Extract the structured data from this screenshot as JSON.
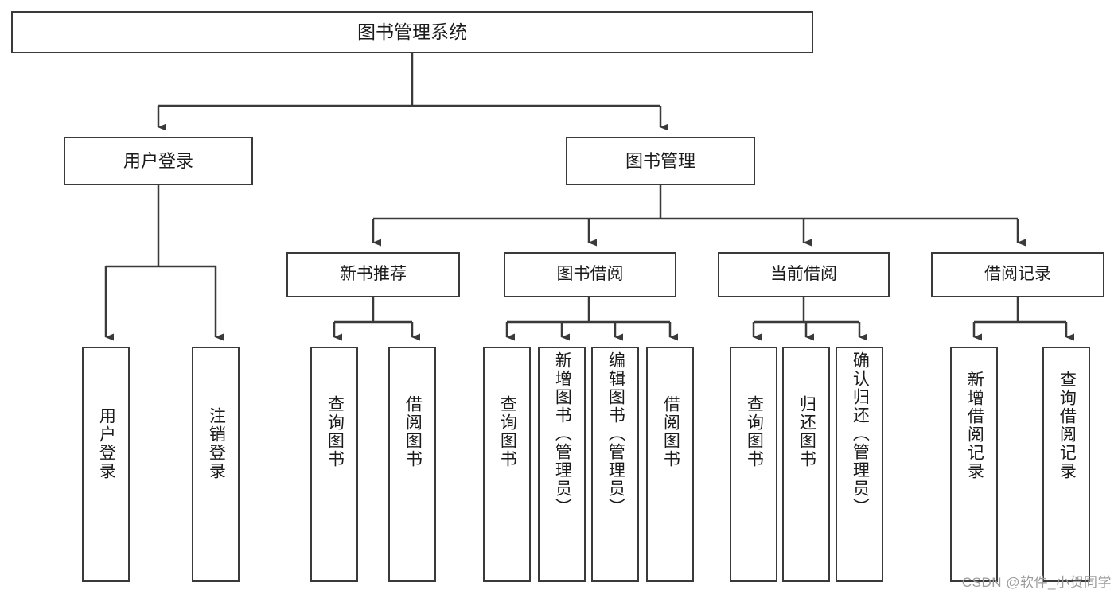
{
  "diagram": {
    "title": "图书管理系统",
    "watermark": "CSDN @软件_小贺同学",
    "stroke_color": "#3a3a3a",
    "text_color": "#1b1b1b",
    "background_color": "#ffffff",
    "root": {
      "label": "图书管理系统"
    },
    "level2": [
      {
        "label": "用户登录"
      },
      {
        "label": "图书管理"
      }
    ],
    "level3": [
      {
        "label": "新书推荐"
      },
      {
        "label": "图书借阅"
      },
      {
        "label": "当前借阅"
      },
      {
        "label": "借阅记录"
      }
    ],
    "leaves": {
      "user_login": [
        {
          "label": "用户登录"
        },
        {
          "label": "注销登录"
        }
      ],
      "new_book": [
        {
          "label": "查询图书"
        },
        {
          "label": "借阅图书"
        }
      ],
      "book_borrow": [
        {
          "label": "查询图书"
        },
        {
          "label": "新增图书（管理员）"
        },
        {
          "label": "编辑图书（管理员）"
        },
        {
          "label": "借阅图书"
        }
      ],
      "current_borrow": [
        {
          "label": "查询图书"
        },
        {
          "label": "归还图书"
        },
        {
          "label": "确认归还（管理员）"
        }
      ],
      "borrow_record": [
        {
          "label": "新增借阅记录"
        },
        {
          "label": "查询借阅记录"
        }
      ]
    }
  }
}
